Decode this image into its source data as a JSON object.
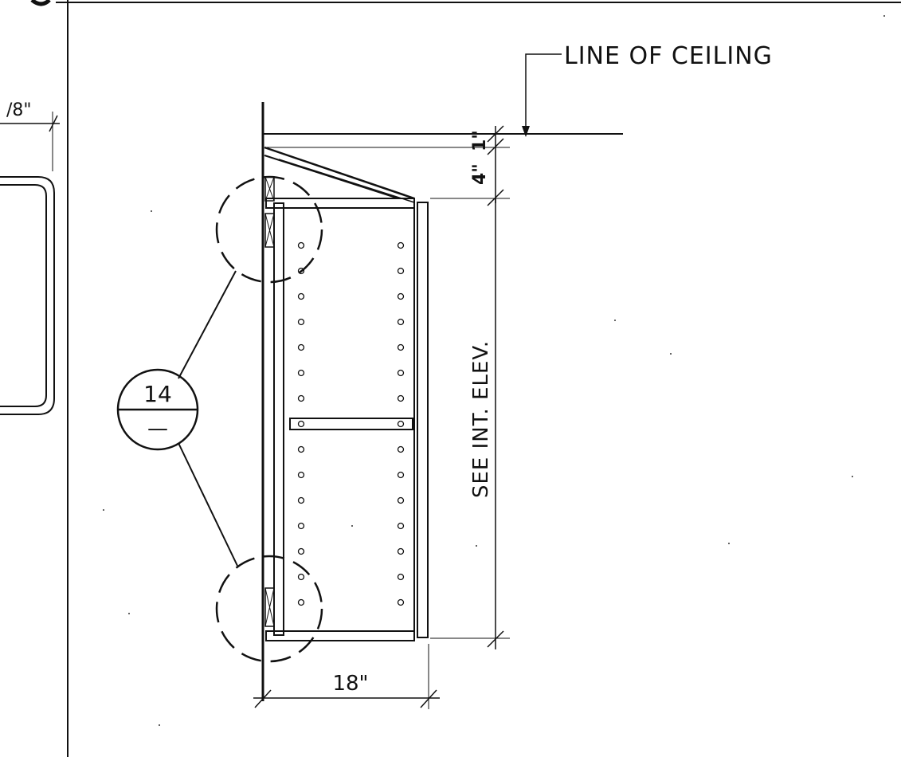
{
  "labels": {
    "line_of_ceiling": "LINE OF CEILING",
    "left_dim_fragment": "/8\"",
    "dim_1": "1\"",
    "dim_4": "4\"",
    "see_int_elev": "SEE INT. ELEV.",
    "dim_18": "18\"",
    "detail_number": "14",
    "detail_sheet": "—"
  },
  "colors": {
    "ink": "#111111",
    "paper": "#ffffff"
  }
}
